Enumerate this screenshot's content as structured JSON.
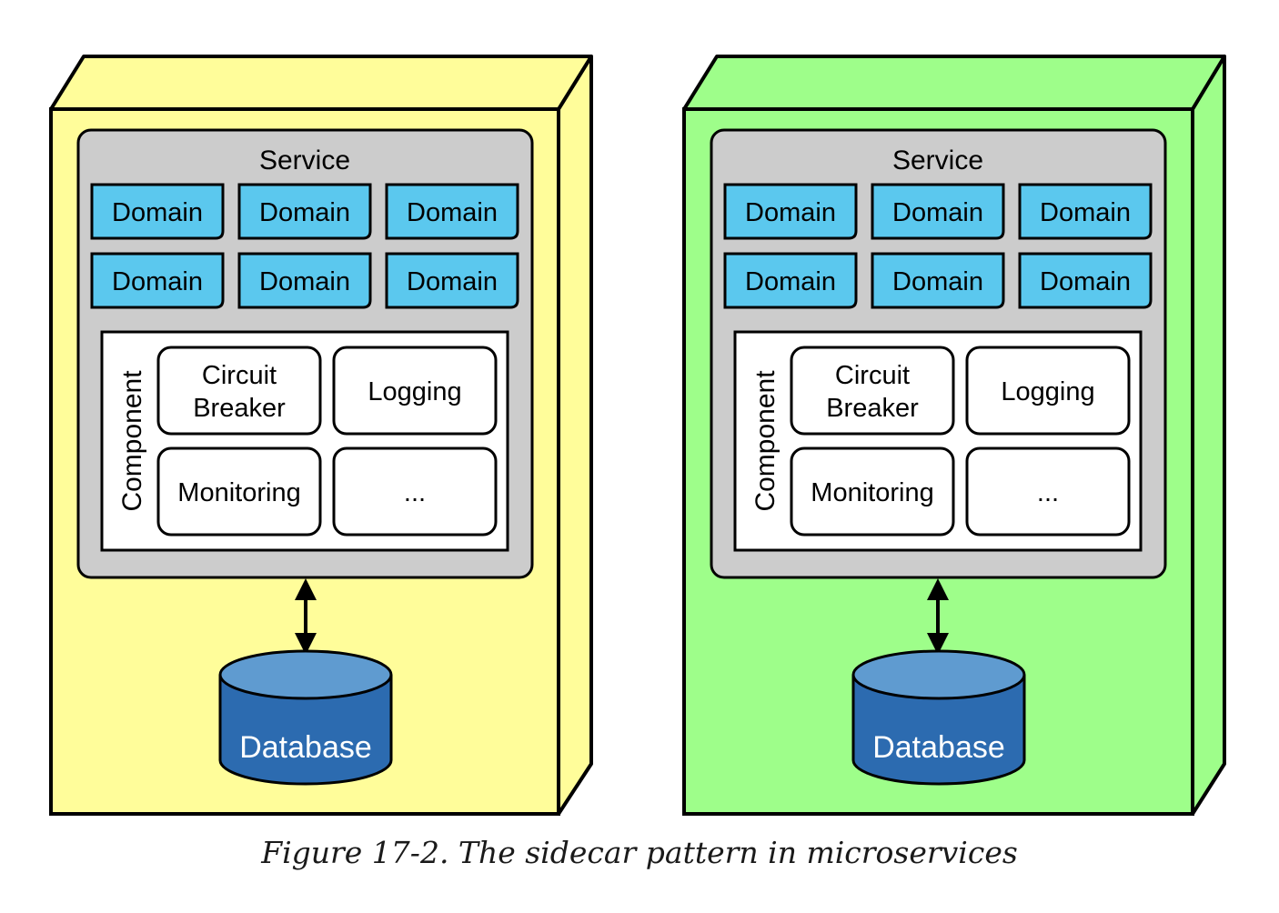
{
  "colors": {
    "left_node": "#fffd9a",
    "right_node": "#9efe8a",
    "service_bg": "#cccccc",
    "domain_fill": "#5bc8ee",
    "database_fill": "#2c6bb0",
    "database_top": "#5f9bd0"
  },
  "nodes": [
    {
      "service_title": "Service",
      "domains": [
        "Domain",
        "Domain",
        "Domain",
        "Domain",
        "Domain",
        "Domain"
      ],
      "component_label": "Component",
      "components": [
        {
          "line1": "Circuit",
          "line2": "Breaker"
        },
        {
          "line1": "Logging",
          "line2": ""
        },
        {
          "line1": "Monitoring",
          "line2": ""
        },
        {
          "line1": "...",
          "line2": ""
        }
      ],
      "database_label": "Database"
    },
    {
      "service_title": "Service",
      "domains": [
        "Domain",
        "Domain",
        "Domain",
        "Domain",
        "Domain",
        "Domain"
      ],
      "component_label": "Component",
      "components": [
        {
          "line1": "Circuit",
          "line2": "Breaker"
        },
        {
          "line1": "Logging",
          "line2": ""
        },
        {
          "line1": "Monitoring",
          "line2": ""
        },
        {
          "line1": "...",
          "line2": ""
        }
      ],
      "database_label": "Database"
    }
  ],
  "caption": "Figure 17-2. The sidecar pattern in microservices"
}
